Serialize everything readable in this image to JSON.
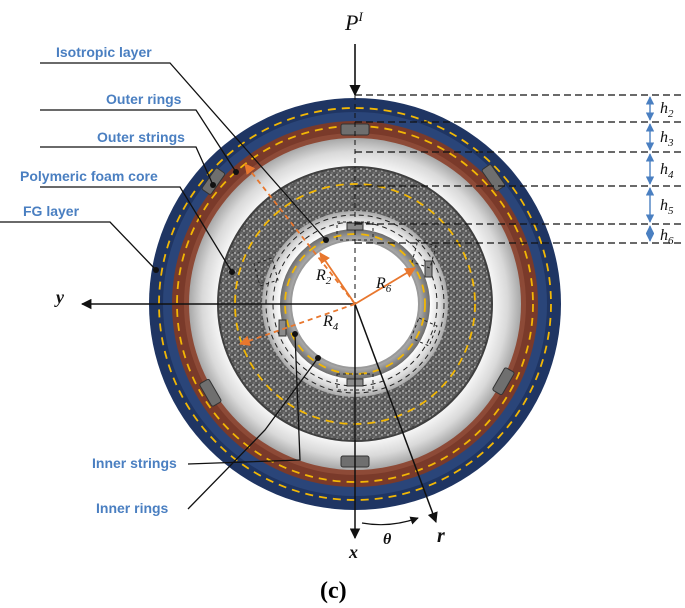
{
  "labels": {
    "isotropic_layer": "Isotropic layer",
    "outer_rings": "Outer rings",
    "outer_strings": "Outer strings",
    "polymeric_foam_core": "Polymeric foam core",
    "fg_layer": "FG layer",
    "inner_strings": "Inner strings",
    "inner_rings": "Inner rings"
  },
  "symbols": {
    "load": "P",
    "load_sup": "I",
    "y_axis": "y",
    "x_axis": "x",
    "theta": "θ",
    "r": "r",
    "R2": "R",
    "R2_sub": "2",
    "R4": "R",
    "R4_sub": "4",
    "R6": "R",
    "R6_sub": "6"
  },
  "thickness": [
    {
      "sym": "h",
      "sub": "2"
    },
    {
      "sym": "h",
      "sub": "3"
    },
    {
      "sym": "h",
      "sub": "4"
    },
    {
      "sym": "h",
      "sub": "5"
    },
    {
      "sym": "h",
      "sub": "6"
    }
  ],
  "caption": "(c)",
  "colors": {
    "fg_layer": "#1f3563",
    "ring_brown": "#7a3a2a",
    "label_blue": "#4a7fc1",
    "dash_yellow": "#f2b705",
    "radius_orange": "#e8772e",
    "dim_arrow_blue": "#4a7fc1"
  }
}
